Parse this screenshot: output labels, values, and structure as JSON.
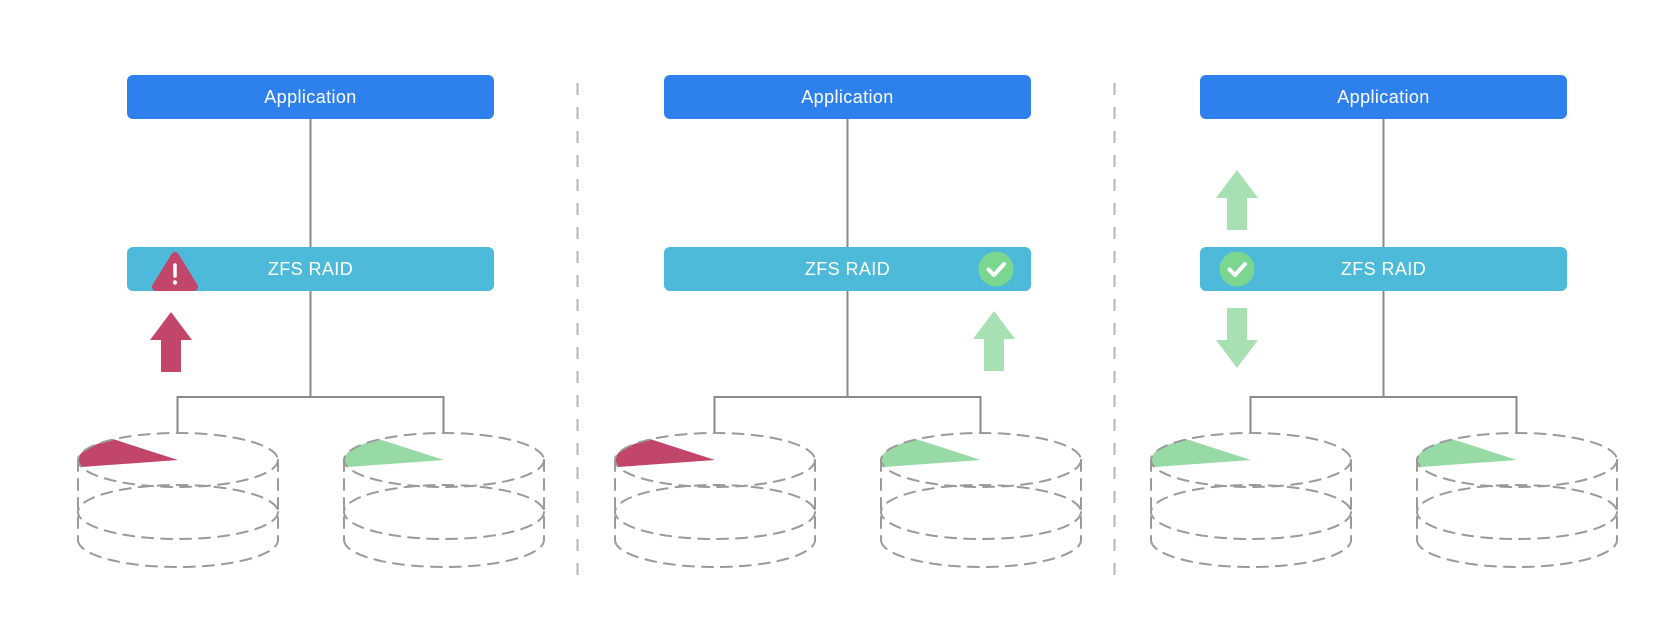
{
  "colors": {
    "application_box": "#2E80EC",
    "zfs_raid_box": "#4CBAD8",
    "alert_red": "#C2456A",
    "check_green": "#7BD78F",
    "arrow_green": "#A6E0B3",
    "wedge_green": "#98DAA5",
    "wedge_red": "#C2456A",
    "connector_gray": "#8A8A8A",
    "disk_outline_gray": "#9A9A9A",
    "divider_gray": "#B5B5B5",
    "label_text": "#FFFFFF",
    "background": "#FFFFFF"
  },
  "panels": [
    {
      "app_label": "Application",
      "raid_label": "ZFS RAID",
      "status": {
        "icon": "warning-triangle",
        "color": "#C2456A",
        "position": "left"
      },
      "arrows": [
        {
          "direction": "up",
          "color": "#C2456A",
          "position": "below-raid-left"
        }
      ],
      "disks": [
        {
          "wedge_color": "#C2456A"
        },
        {
          "wedge_color": "#98DAA5"
        }
      ]
    },
    {
      "app_label": "Application",
      "raid_label": "ZFS RAID",
      "status": {
        "icon": "check-circle",
        "color": "#7BD78F",
        "position": "right"
      },
      "arrows": [
        {
          "direction": "up",
          "color": "#A6E0B3",
          "position": "below-raid-right"
        }
      ],
      "disks": [
        {
          "wedge_color": "#C2456A"
        },
        {
          "wedge_color": "#98DAA5"
        }
      ]
    },
    {
      "app_label": "Application",
      "raid_label": "ZFS RAID",
      "status": {
        "icon": "check-circle",
        "color": "#7BD78F",
        "position": "left"
      },
      "arrows": [
        {
          "direction": "up",
          "color": "#A6E0B3",
          "position": "above-raid-left"
        },
        {
          "direction": "down",
          "color": "#A6E0B3",
          "position": "below-raid-left"
        }
      ],
      "disks": [
        {
          "wedge_color": "#98DAA5"
        },
        {
          "wedge_color": "#98DAA5"
        }
      ]
    }
  ]
}
